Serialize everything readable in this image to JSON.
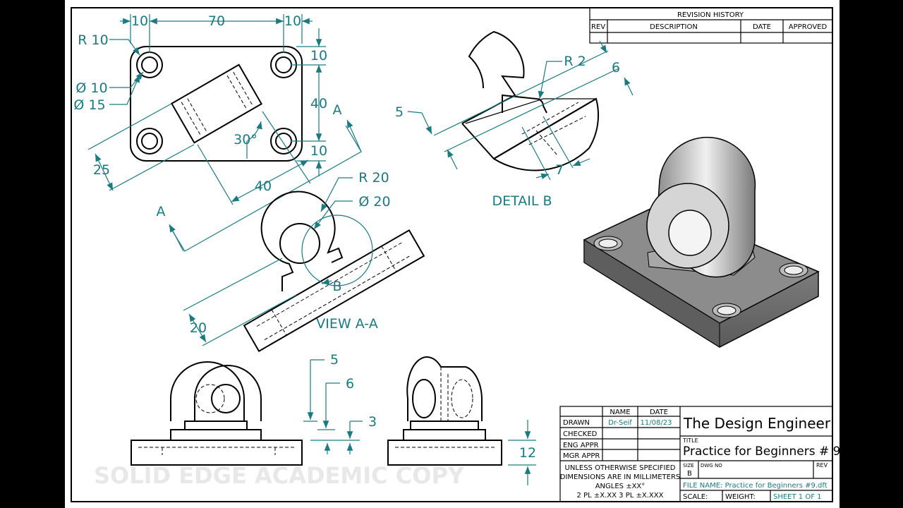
{
  "revision_history": {
    "title": "REVISION HISTORY",
    "headers": [
      "REV",
      "DESCRIPTION",
      "DATE",
      "APPROVED"
    ]
  },
  "dimensions": {
    "top_view": {
      "d10_left": "10",
      "d70": "70",
      "d10_right": "10",
      "r10": "R 10",
      "dia10": "Ø 10",
      "dia15": "Ø 15",
      "v10_top": "10",
      "v40": "40",
      "v10_bottom": "10",
      "angle": "30°",
      "d40": "40",
      "d25": "25",
      "section_a_top": "A",
      "section_a_bottom": "A"
    },
    "section_view": {
      "r20": "R 20",
      "dia20": "Ø 20",
      "d20": "20",
      "detail_b": "B",
      "label": "VIEW A-A"
    },
    "detail": {
      "r2": "R 2",
      "d6": "6",
      "d5": "5",
      "d7": "7",
      "label": "DETAIL B"
    },
    "front_view": {
      "d5": "5",
      "d6": "6",
      "d3": "3"
    },
    "side_view": {
      "d12": "12"
    }
  },
  "title_block": {
    "col_name": "NAME",
    "col_date": "DATE",
    "rows": [
      {
        "label": "DRAWN",
        "name": "Dr-Seif",
        "date": "11/08/23"
      },
      {
        "label": "CHECKED",
        "name": "",
        "date": ""
      },
      {
        "label": "ENG APPR",
        "name": "",
        "date": ""
      },
      {
        "label": "MGR APPR",
        "name": "",
        "date": ""
      }
    ],
    "tolerance_note": [
      "UNLESS OTHERWISE SPECIFIED",
      "DIMENSIONS ARE IN MILLIMETERS",
      "ANGLES ±XX°",
      "2 PL ±X.XX 3 PL ±X.XXX"
    ],
    "company": "The Design Engineer",
    "title_caption": "TITLE",
    "title": "Practice for Beginners # 9",
    "size_caption": "SIZE",
    "size": "B",
    "dwg_caption": "DWG NO",
    "rev_caption": "REV",
    "file_name": "FILE NAME: Practice for Beginners #9.dft",
    "scale": "SCALE:",
    "weight": "WEIGHT:",
    "sheet": "SHEET 1 OF 1"
  },
  "watermark": "SOLID EDGE ACADEMIC COPY",
  "colors": {
    "dimension": "#1b7a80",
    "line": "#000000",
    "background": "#ffffff"
  }
}
